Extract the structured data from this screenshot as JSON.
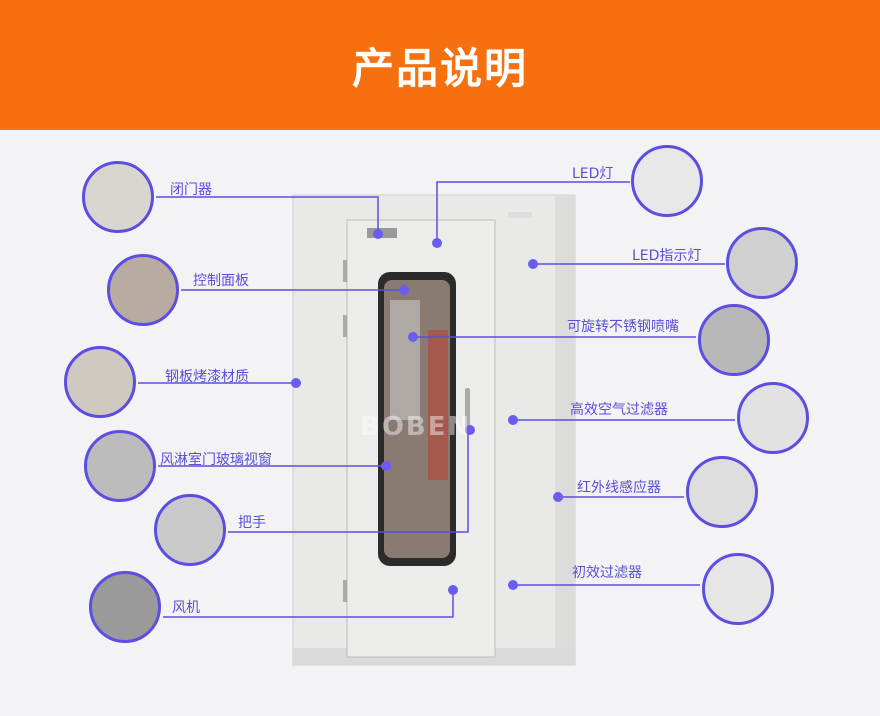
{
  "header": {
    "title": "产品说明"
  },
  "watermark": "BOBEN",
  "features_left": [
    {
      "label": "闭门器"
    },
    {
      "label": "控制面板"
    },
    {
      "label": "钢板烤漆材质"
    },
    {
      "label": "风淋室门玻璃视窗"
    },
    {
      "label": "把手"
    },
    {
      "label": "风机"
    }
  ],
  "features_right": [
    {
      "label": "LED灯"
    },
    {
      "label": "LED指示灯"
    },
    {
      "label": "可旋转不锈钢喷嘴"
    },
    {
      "label": "高效空气过滤器"
    },
    {
      "label": "红外线感应器"
    },
    {
      "label": "初效过滤器"
    }
  ],
  "colors": {
    "header": "#f7700f",
    "accent": "#5b4ee0"
  }
}
